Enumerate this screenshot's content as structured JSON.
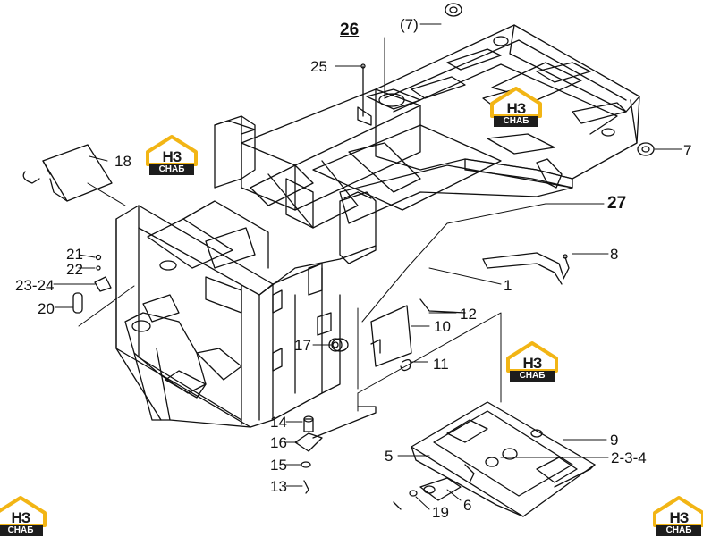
{
  "callouts": {
    "c7a": "(7)",
    "c26": "26",
    "c25": "25",
    "c18": "18",
    "c7b": "7",
    "c27": "27",
    "c8": "8",
    "c21": "21",
    "c22": "22",
    "c2324": "23-24",
    "c20": "20",
    "c1": "1",
    "c12": "12",
    "c10": "10",
    "c17": "17",
    "c11": "11",
    "c14": "14",
    "c16": "16",
    "c15": "15",
    "c13": "13",
    "c9": "9",
    "c5": "5",
    "c234": "2-3-4",
    "c19": "19",
    "c6": "6"
  },
  "watermark": {
    "letters": "НЗ",
    "caption": "СНАБ",
    "accent_color": "#f2b515"
  }
}
